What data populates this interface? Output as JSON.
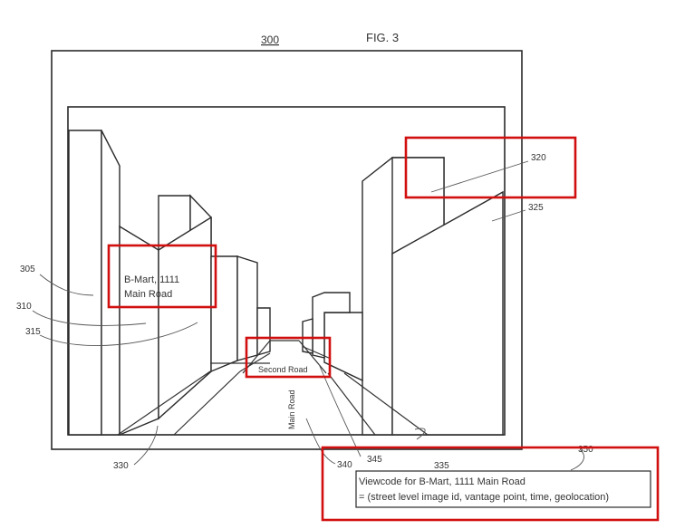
{
  "figure": {
    "number_ref": "300",
    "fig_title": "FIG. 3"
  },
  "street_labels": {
    "second_road": "Second Road",
    "main_road": "Main Road"
  },
  "storefront_sign": {
    "line1": "B-Mart, 1111",
    "line2": "Main Road"
  },
  "refs": {
    "r305": "305",
    "r310": "310",
    "r315": "315",
    "r320": "320",
    "r325": "325",
    "r330": "330",
    "r335": "335",
    "r340": "340",
    "r345": "345",
    "r350": "350"
  },
  "viewcode": {
    "line1": "Viewcode for B-Mart, 1111 Main Road",
    "line2": "= (street level image id, vantage point, time, geolocation)"
  },
  "colors": {
    "highlight": "#d10f0f",
    "line": "#2a2a2a",
    "background": "#ffffff"
  }
}
